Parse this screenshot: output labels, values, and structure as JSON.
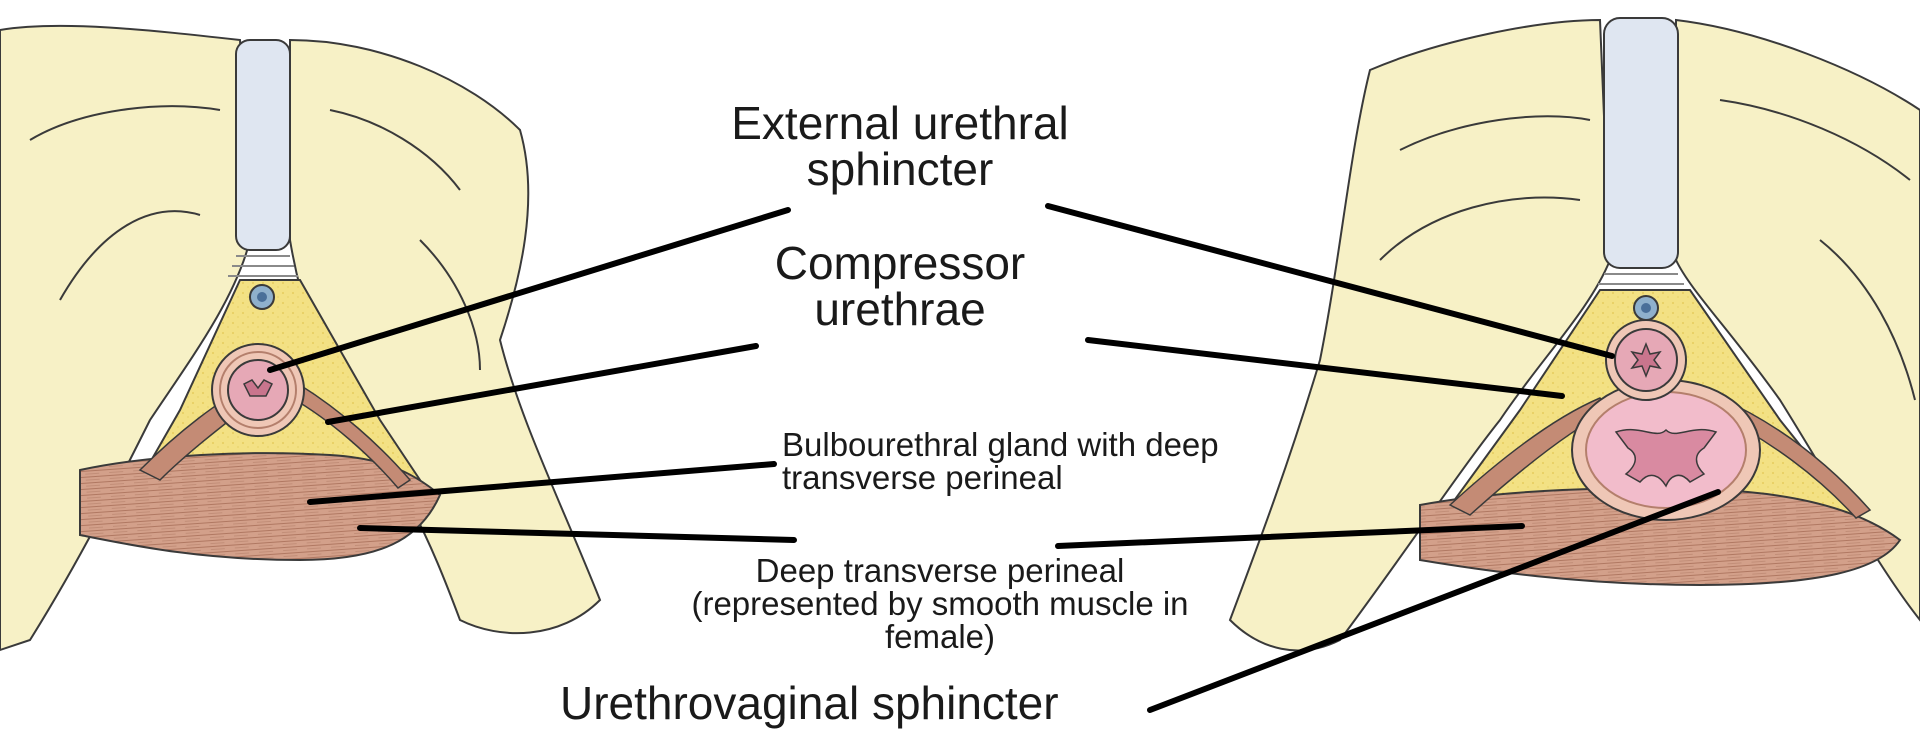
{
  "labels": {
    "external_urethral_sphincter": [
      "External urethral",
      "sphincter"
    ],
    "compressor_urethrae": [
      "Compressor",
      "urethrae"
    ],
    "bulbourethral_gland": [
      "Bulbourethral gland with deep",
      "transverse perineal"
    ],
    "deep_transverse_perineal": [
      "Deep transverse perineal",
      "(represented by smooth muscle in",
      "female)"
    ],
    "urethrovaginal_sphincter": "Urethrovaginal sphincter"
  },
  "colors": {
    "bone": "#f7f1c6",
    "fat": "#f3e184",
    "muscle": "#cf9a83",
    "muscle_dark": "#a8705c",
    "urethra_pink": "#e6a8b6",
    "lumen": "#d9e2ef",
    "leader": "#000000"
  }
}
